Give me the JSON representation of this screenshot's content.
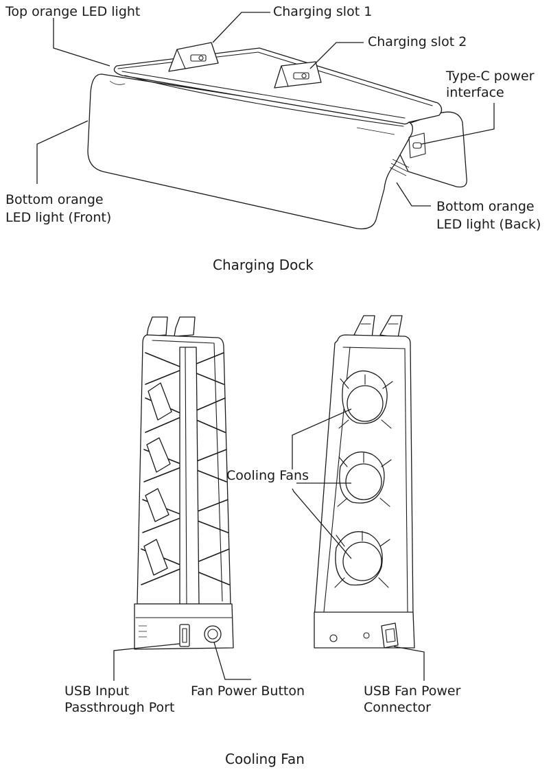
{
  "dock": {
    "caption": "Charging Dock",
    "labels": {
      "top_led": "Top orange LED light",
      "slot1": "Charging slot 1",
      "slot2": "Charging slot 2",
      "typec_line1": "Type-C power",
      "typec_line2": "interface",
      "bottom_front_line1": "Bottom orange",
      "bottom_front_line2": "LED light (Front)",
      "bottom_back_line1": "Bottom orange",
      "bottom_back_line2": "LED light (Back)"
    }
  },
  "fan": {
    "caption": "Cooling Fan",
    "labels": {
      "cooling_fans": "Cooling Fans",
      "usb_input_line1": "USB Input",
      "usb_input_line2": "Passthrough Port",
      "fan_power_button": "Fan Power Button",
      "usb_fan_power_line1": "USB Fan Power",
      "usb_fan_power_line2": "Connector"
    }
  }
}
